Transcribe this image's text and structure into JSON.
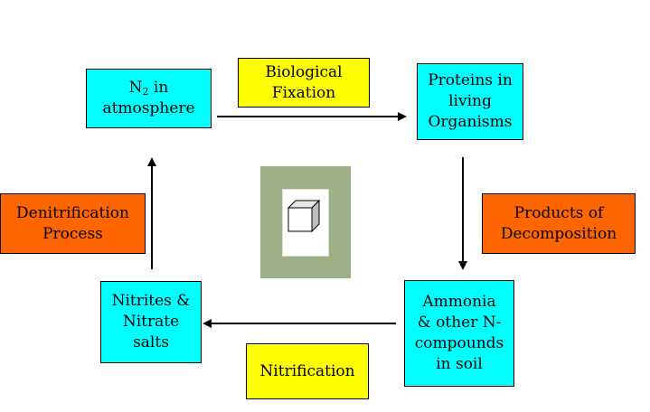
{
  "nodes": {
    "n2": {
      "main": "N",
      "sub": "2",
      "rest": " in\natmosphere"
    },
    "proteins": "Proteins in\nliving\nOrganisms",
    "ammonia": "Ammonia\n& other N-\ncompounds\nin soil",
    "nitrites": "Nitrites &\nNitrate\nsalts"
  },
  "processes": {
    "biological_fixation": "Biological\nFixation",
    "decomposition": "Products of\nDecomposition",
    "nitrification": "Nitrification",
    "denitrification": "Denitrification\nProcess"
  },
  "icons": {
    "center": "cube-icon"
  },
  "colors": {
    "node": "#00ffff",
    "fixation": "#ffff00",
    "nitrification": "#ffff00",
    "decomposition": "#ff6600",
    "denitrification": "#ff6600",
    "icon_frame": "#9eae85"
  }
}
